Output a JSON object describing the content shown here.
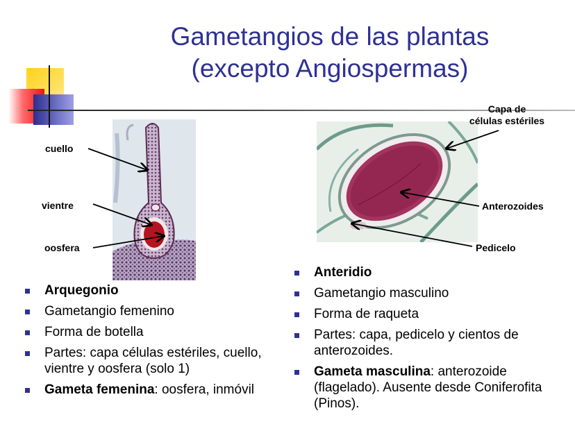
{
  "slide": {
    "title_line1": "Gametangios de las plantas",
    "title_line2": "(excepto Angiospermas)"
  },
  "arquegonio": {
    "labels": {
      "cuello": "cuello",
      "vientre": "vientre",
      "oosfera": "oosfera"
    },
    "bullets": {
      "title": "Arquegonio",
      "item1": "Gametangio femenino",
      "item2": "Forma de botella",
      "item3": "Partes: capa células estériles, cuello, vientre y oosfera (solo 1)",
      "item4_bold": "Gameta femenina",
      "item4_rest": ": oosfera, inmóvil"
    }
  },
  "anteridio": {
    "labels": {
      "capa_line1": "Capa de",
      "capa_line2": "células estériles",
      "anterozoides": "Anterozoides",
      "pedicelo": "Pedicelo"
    },
    "bullets": {
      "title": "Anteridio",
      "item1": "Gametangio masculino",
      "item2": "Forma de raqueta",
      "item3": "Partes: capa, pedicelo y  cientos de anterozoides.",
      "item4_bold": "Gameta masculina",
      "item4_rest": ": anterozoide (flagelado).  Ausente desde Coniferofita (Pinos)."
    }
  },
  "colors": {
    "title": "#2e3192",
    "bullet": "#2e3192"
  }
}
